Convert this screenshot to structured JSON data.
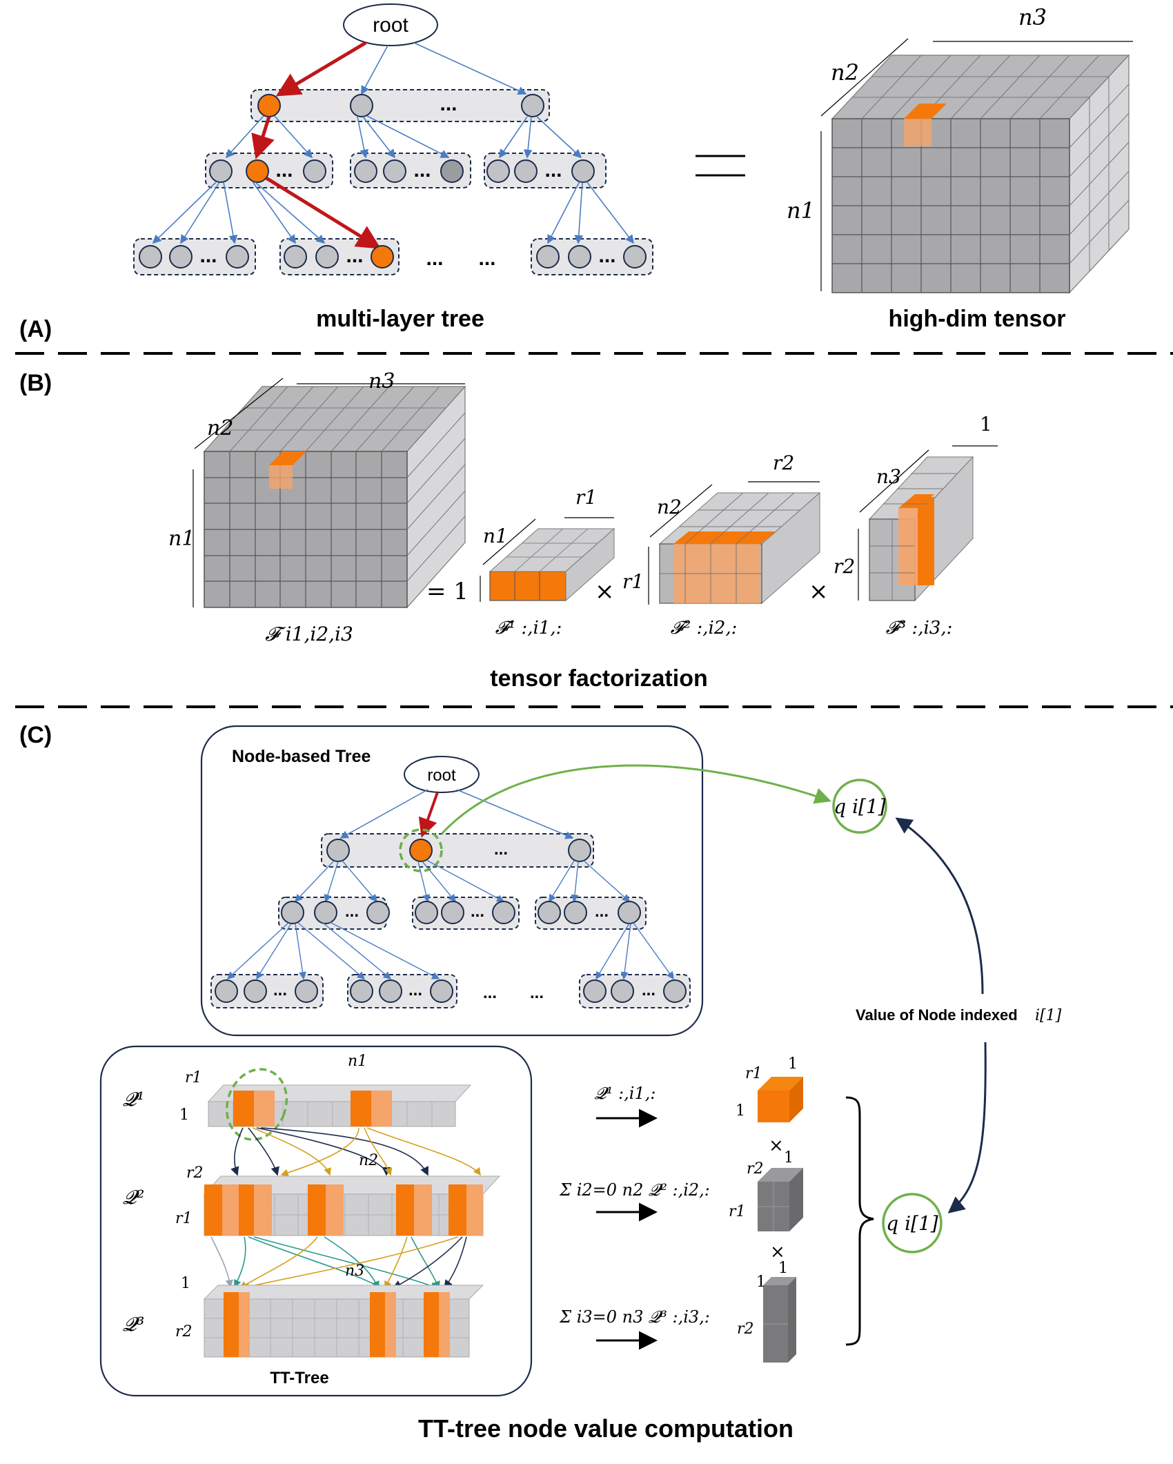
{
  "panel_a": {
    "label": "(A)",
    "root": "root",
    "ellipsis": "...",
    "tree_caption": "multi-layer tree",
    "tensor_caption": "high-dim tensor",
    "dim_n1": "n1",
    "dim_n2": "n2",
    "dim_n3": "n3"
  },
  "panel_b": {
    "label": "(B)",
    "caption": "tensor factorization",
    "n1": "n1",
    "n2": "n2",
    "n3": "n3",
    "r1": "r1",
    "r2": "r2",
    "one": "1",
    "equals_one": "= 1",
    "times": "×",
    "f_full": "𝓕 i1,i2,i3",
    "f1": "𝓕¹ :,i1,:",
    "f2": "𝓕² :,i2,:",
    "f3": "𝓕³ :,i3,:"
  },
  "panel_c": {
    "label": "(C)",
    "node_tree_title": "Node-based Tree",
    "root": "root",
    "ellipsis": "...",
    "tt_tree_title": "TT-Tree",
    "q1": "𝓠¹",
    "q2": "𝓠²",
    "q3": "𝓠³",
    "r1": "r1",
    "r2": "r2",
    "n1": "n1",
    "n2": "n2",
    "n3": "n3",
    "one": "1",
    "step1": "𝓠¹ :,i1,:",
    "step2": "Σ i2=0 n2  𝓠² :,i2,:",
    "step3": "Σ i3=0 n3  𝓠³ :,i3,:",
    "times": "×",
    "q_top": "q i[1]",
    "q_bottom": "q i[1]",
    "value_label": "Value of Node indexed",
    "value_index": "i[1]",
    "caption": "TT-tree node value computation"
  },
  "colors": {
    "orange": "#f5780a",
    "grey_node": "#c0c2c6",
    "red_path": "#c0161a",
    "blue_edge": "#4a7cc4",
    "green": "#6fb04a",
    "navy": "#1c2b4a",
    "box_fill": "#e6e6e8"
  }
}
